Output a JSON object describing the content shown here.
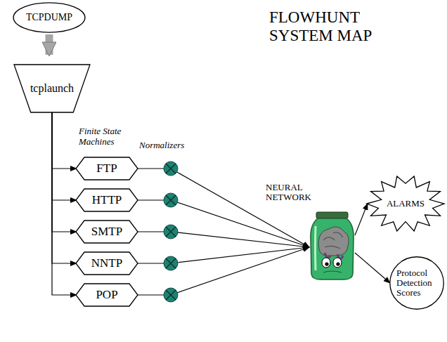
{
  "diagram": {
    "title": "FLOWHUNT SYSTEM MAP",
    "nodes": [
      {
        "text": [
          "TCPDUMP"
        ]
      },
      {
        "text": [
          "tcplaunch"
        ]
      },
      {
        "text": [
          "FTP"
        ]
      },
      {
        "text": [
          "HTTP"
        ]
      },
      {
        "text": [
          "SMTP"
        ]
      },
      {
        "text": [
          "NNTP"
        ]
      },
      {
        "text": [
          "POP"
        ]
      },
      {
        "text": [
          "NEURAL NETWORK"
        ]
      },
      {
        "text": [
          "ALARMS"
        ]
      },
      {
        "text": [
          "Protocol Detection Scores"
        ]
      }
    ],
    "edges": [
      {
        "from": 0,
        "to": 1,
        "arrow": "to"
      },
      {
        "from": 1,
        "to": 2,
        "arrow": "to"
      },
      {
        "from": 1,
        "to": 3,
        "arrow": "to"
      },
      {
        "from": 1,
        "to": 4,
        "arrow": "to"
      },
      {
        "from": 1,
        "to": 5,
        "arrow": "to"
      },
      {
        "from": 1,
        "to": 6,
        "arrow": "to"
      },
      {
        "from": 2,
        "to": 7,
        "arrow": "to"
      },
      {
        "from": 3,
        "to": 7,
        "arrow": "to"
      },
      {
        "from": 4,
        "to": 7,
        "arrow": "to"
      },
      {
        "from": 5,
        "to": 7,
        "arrow": "to"
      },
      {
        "from": 6,
        "to": 7,
        "arrow": "to"
      },
      {
        "from": 7,
        "to": 8,
        "arrow": "to"
      },
      {
        "from": 7,
        "to": 9,
        "arrow": "to"
      }
    ],
    "labels": [
      "Finite State Machines",
      "Normalizers"
    ]
  }
}
